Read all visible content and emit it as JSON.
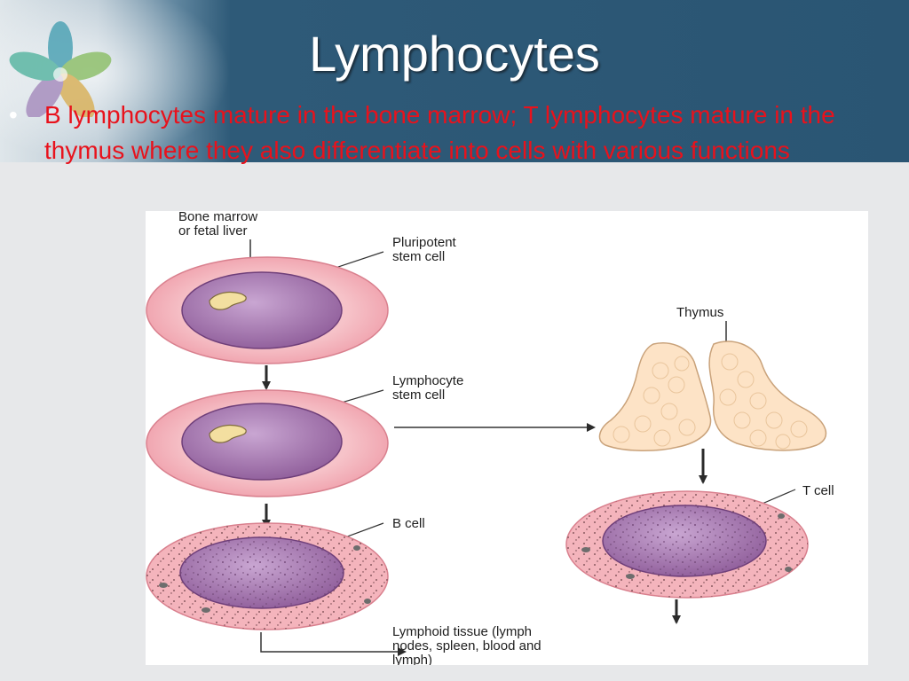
{
  "slide": {
    "title": "Lymphocytes",
    "bullet_marker": "•",
    "bullet_text": "B lymphocytes mature in the bone marrow; T lymphocytes mature in the thymus where they also differentiate into cells with various functions"
  },
  "figure": {
    "labels": {
      "bone_marrow_line1": "Bone marrow",
      "bone_marrow_line2": "or fetal liver",
      "pluripotent_line1": "Pluripotent",
      "pluripotent_line2": "stem cell",
      "lymphocyte_stem_line1": "Lymphocyte",
      "lymphocyte_stem_line2": "stem cell",
      "thymus": "Thymus",
      "b_cell": "B cell",
      "t_cell": "T cell",
      "lymphoid_line1": "Lymphoid tissue (lymph",
      "lymphoid_line2": "nodes, spleen, blood and",
      "lymphoid_line3": "lymph)"
    },
    "colors": {
      "cell_outer": "#f4b4bc",
      "cell_nucleus": "#9d6ca6",
      "nucleolus": "#f3dfa0",
      "thymus": "#fde3c6",
      "arrow": "#2b2b2b"
    }
  },
  "header": {
    "logo_icon": "flower-logo-icon"
  }
}
